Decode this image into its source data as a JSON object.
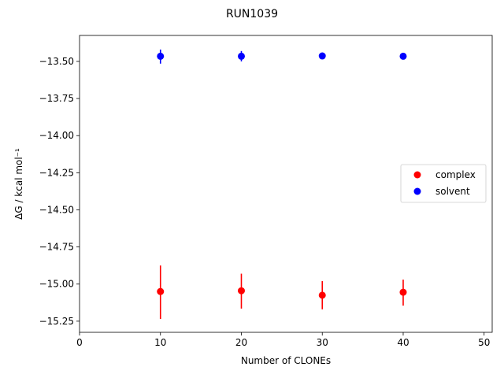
{
  "chart_data": {
    "type": "scatter",
    "title": "RUN1039",
    "xlabel": "Number of CLONEs",
    "ylabel": "ΔG / kcal mol⁻¹",
    "xlim": [
      0,
      51
    ],
    "ylim": [
      -15.325,
      -13.325
    ],
    "xticks": [
      0,
      10,
      20,
      30,
      40,
      50
    ],
    "xtick_labels": [
      "0",
      "10",
      "20",
      "30",
      "40",
      "50"
    ],
    "yticks": [
      -13.5,
      -13.75,
      -14.0,
      -14.25,
      -14.5,
      -14.75,
      -15.0,
      -15.25
    ],
    "ytick_labels": [
      "−13.50",
      "−13.75",
      "−14.00",
      "−14.25",
      "−14.50",
      "−14.75",
      "−15.00",
      "−15.25"
    ],
    "grid": false,
    "legend_position": "center-right",
    "series": [
      {
        "name": "complex",
        "color": "#ff0000",
        "points": [
          {
            "x": 10,
            "y": -15.05,
            "err_low": -15.235,
            "err_high": -14.875
          },
          {
            "x": 20,
            "y": -15.045,
            "err_low": -15.165,
            "err_high": -14.93
          },
          {
            "x": 30,
            "y": -15.075,
            "err_low": -15.17,
            "err_high": -14.98
          },
          {
            "x": 40,
            "y": -15.055,
            "err_low": -15.145,
            "err_high": -14.97
          }
        ]
      },
      {
        "name": "solvent",
        "color": "#0000ff",
        "points": [
          {
            "x": 10,
            "y": -13.465,
            "err_low": -13.515,
            "err_high": -13.42
          },
          {
            "x": 20,
            "y": -13.465,
            "err_low": -13.5,
            "err_high": -13.43
          },
          {
            "x": 30,
            "y": -13.463,
            "err_low": -13.483,
            "err_high": -13.443
          },
          {
            "x": 40,
            "y": -13.465,
            "err_low": -13.48,
            "err_high": -13.45
          }
        ]
      }
    ]
  }
}
